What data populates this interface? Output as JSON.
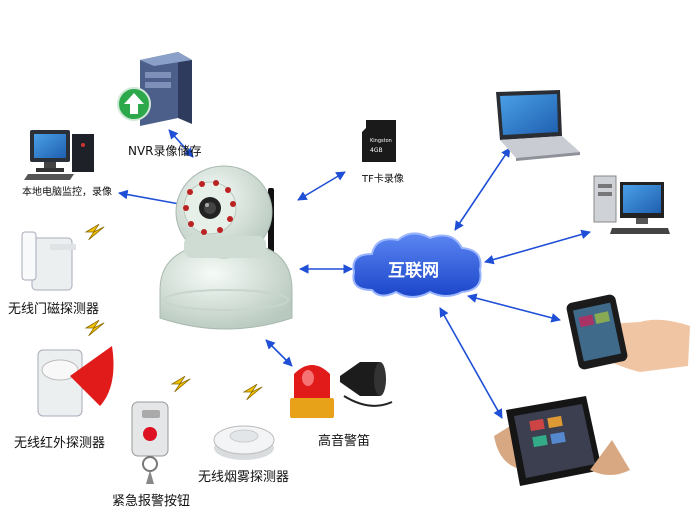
{
  "diagram": {
    "center_device": "camera-icon",
    "cloud_label": "互联网",
    "labels": {
      "nvr": "NVR录像储存",
      "local_pc": "本地电脑监控，录像",
      "tf_card": "TF卡录像",
      "door_sensor": "无线门磁探测器",
      "pir_sensor": "无线红外探测器",
      "panic_button": "紧急报警按钮",
      "smoke_detector": "无线烟雾探测器",
      "siren": "高音警笛"
    },
    "sd_card_text": {
      "brand": "Kingston",
      "capacity": "4GB"
    },
    "colors": {
      "arrow": "#1f4fd6",
      "cloud_fill": "#2f63e6",
      "cloud_stroke": "#9ab5ff",
      "wireless_bolt": "#f0c000",
      "camera_body": "#dfe8e2",
      "siren_red": "#e11a1a"
    }
  }
}
